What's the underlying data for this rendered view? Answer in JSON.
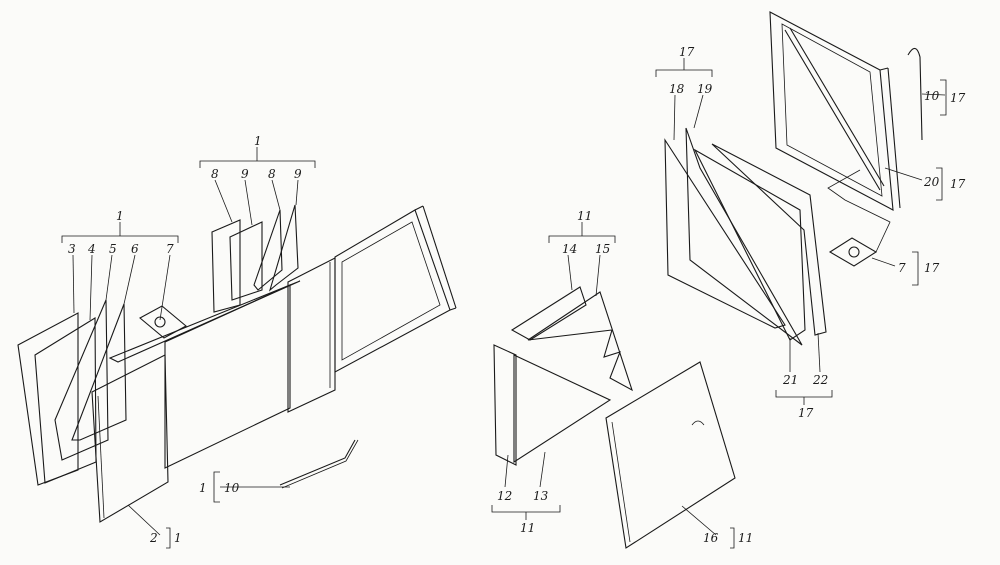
{
  "callouts": {
    "l1": "1",
    "l2": "2",
    "l3": "3",
    "l4": "4",
    "l5": "5",
    "l6": "6",
    "l7": "7",
    "l8": "8",
    "l9": "9",
    "l10": "10",
    "l11": "11",
    "l12": "12",
    "l13": "13",
    "l14": "14",
    "l15": "15",
    "l16": "16",
    "l17": "17",
    "l18": "18",
    "l19": "19",
    "l20": "20",
    "l21": "21",
    "l22": "22"
  },
  "colors": {
    "ink": "#1a1a1a",
    "paper": "#fbfbf9"
  }
}
